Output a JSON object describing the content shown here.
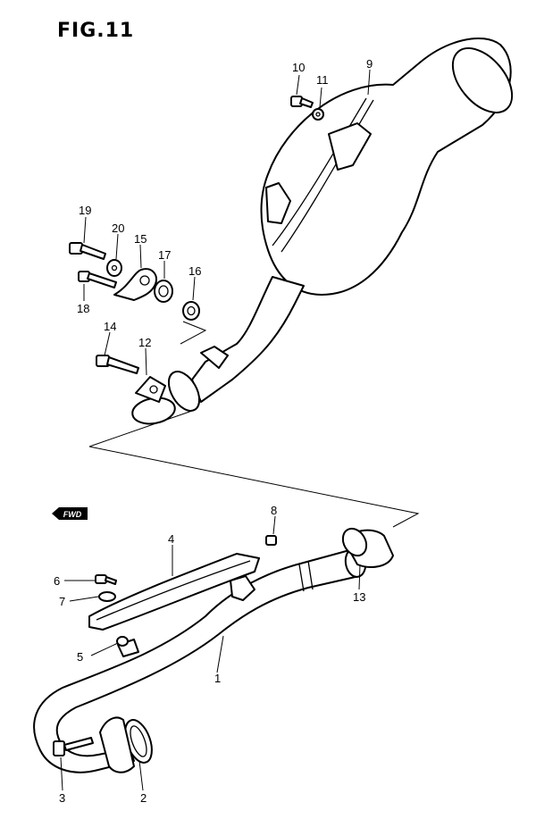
{
  "figure": {
    "title": "FIG.11"
  },
  "fwd_badge": {
    "text": "FWD"
  },
  "callouts": [
    {
      "id": "c1",
      "label": "1"
    },
    {
      "id": "c2",
      "label": "2"
    },
    {
      "id": "c3",
      "label": "3"
    },
    {
      "id": "c4",
      "label": "4"
    },
    {
      "id": "c5",
      "label": "5"
    },
    {
      "id": "c6",
      "label": "6"
    },
    {
      "id": "c7",
      "label": "7"
    },
    {
      "id": "c8",
      "label": "8"
    },
    {
      "id": "c9",
      "label": "9"
    },
    {
      "id": "c10",
      "label": "10"
    },
    {
      "id": "c11",
      "label": "11"
    },
    {
      "id": "c12",
      "label": "12"
    },
    {
      "id": "c13",
      "label": "13"
    },
    {
      "id": "c14",
      "label": "14"
    },
    {
      "id": "c15",
      "label": "15"
    },
    {
      "id": "c16",
      "label": "16"
    },
    {
      "id": "c17",
      "label": "17"
    },
    {
      "id": "c18",
      "label": "18"
    },
    {
      "id": "c19",
      "label": "19"
    },
    {
      "id": "c20",
      "label": "20"
    }
  ]
}
